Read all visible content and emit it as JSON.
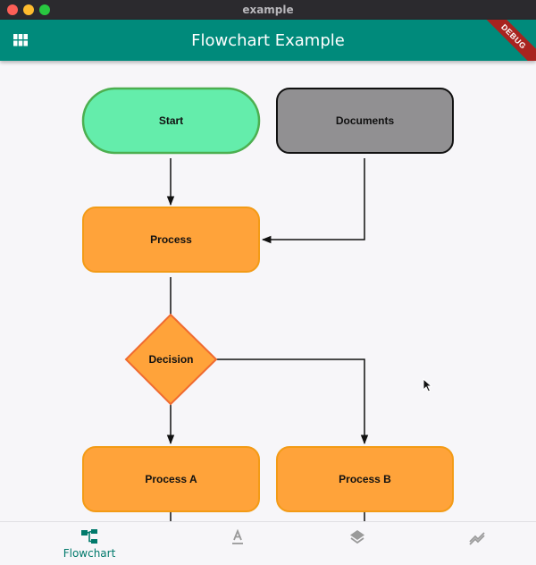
{
  "window": {
    "title": "example"
  },
  "appbar": {
    "title": "Flowchart Example",
    "menu_icon": "grid-icon",
    "debug_label": "DEBUG"
  },
  "colors": {
    "appbar": "#008a7b",
    "start_fill": "#64edab",
    "start_stroke": "#4caf50",
    "process_fill": "#ffa33a",
    "process_stroke": "#f39b16",
    "decision_stroke": "#f06a30",
    "documents_fill": "#919092",
    "documents_stroke": "#111111",
    "nav_active": "#00796b",
    "nav_inactive": "#9a9a9a"
  },
  "flowchart": {
    "nodes": {
      "start": "Start",
      "documents": "Documents",
      "process": "Process",
      "decision": "Decision",
      "process_a": "Process A",
      "process_b": "Process B"
    }
  },
  "bottom_nav": {
    "items": [
      {
        "label": "Flowchart",
        "icon": "flowchart-icon",
        "active": true
      },
      {
        "label": "",
        "icon": "text-format-icon",
        "active": false
      },
      {
        "label": "",
        "icon": "layers-icon",
        "active": false
      },
      {
        "label": "",
        "icon": "trending-icon",
        "active": false
      }
    ]
  }
}
